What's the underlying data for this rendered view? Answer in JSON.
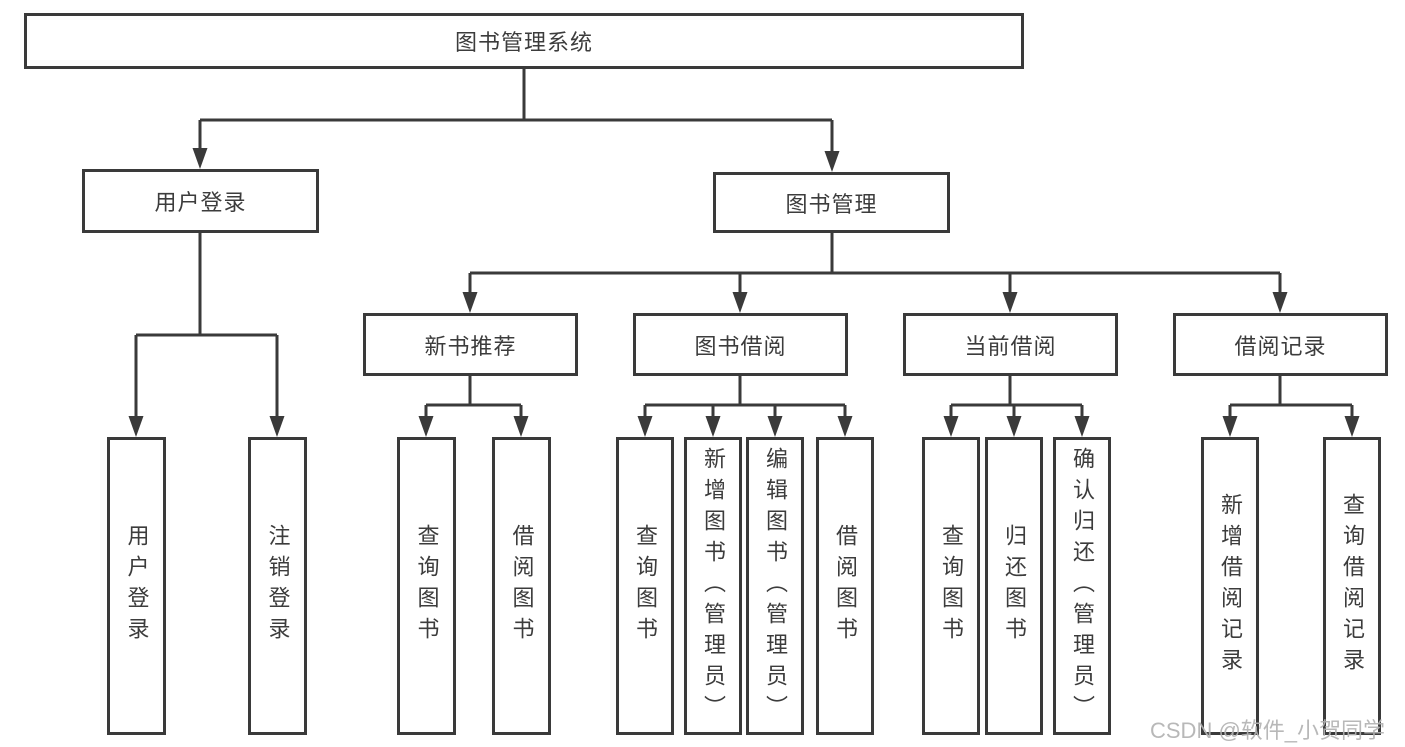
{
  "diagram": {
    "title": "图书管理系统",
    "colors": {
      "line": "#3a3a3a",
      "text": "#3c3c3c",
      "background": "#ffffff",
      "watermark": "#b2b2b2"
    },
    "nodes": {
      "root": {
        "label": "图书管理系统"
      },
      "user_login": {
        "label": "用户登录"
      },
      "book_mgmt": {
        "label": "图书管理"
      },
      "new_book_rec": {
        "label": "新书推荐"
      },
      "book_borrow": {
        "label": "图书借阅"
      },
      "current_borrow": {
        "label": "当前借阅"
      },
      "borrow_records": {
        "label": "借阅记录"
      },
      "leaf_user_login": {
        "label": "用户登录"
      },
      "leaf_logout": {
        "label": "注销登录"
      },
      "leaf_query_books_rec": {
        "label": "查询图书"
      },
      "leaf_borrow_books_rec": {
        "label": "借阅图书"
      },
      "leaf_query_books_borrow": {
        "label": "查询图书"
      },
      "leaf_add_books": {
        "label": "新增图书（管理员）"
      },
      "leaf_edit_books": {
        "label": "编辑图书（管理员）"
      },
      "leaf_borrow_books_borrow": {
        "label": "借阅图书"
      },
      "leaf_query_books_current": {
        "label": "查询图书"
      },
      "leaf_return_books": {
        "label": "归还图书"
      },
      "leaf_confirm_return": {
        "label": "确认归还（管理员）"
      },
      "leaf_add_borrow_record": {
        "label": "新增借阅记录"
      },
      "leaf_query_borrow_record": {
        "label": "查询借阅记录"
      }
    },
    "watermark": "CSDN @软件_小贺同学"
  }
}
